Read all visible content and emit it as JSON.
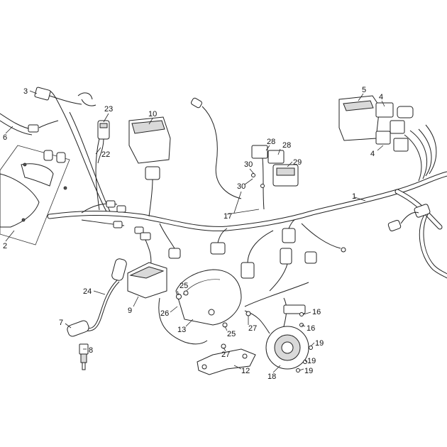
{
  "colors": {
    "line": "#222222",
    "shade": "#d9d9d9",
    "background": "#ffffff"
  },
  "callouts": {
    "c1": "1",
    "c2": "2",
    "c3": "3",
    "c4a": "4",
    "c4b": "4",
    "c5": "5",
    "c6": "6",
    "c7": "7",
    "c8": "8",
    "c9": "9",
    "c10": "10",
    "c12": "12",
    "c13": "13",
    "c16a": "16",
    "c16b": "16",
    "c17": "17",
    "c18": "18",
    "c19a": "19",
    "c19b": "19",
    "c19c": "19",
    "c22": "22",
    "c23": "23",
    "c24": "24",
    "c25a": "25",
    "c25b": "25",
    "c26": "26",
    "c27a": "27",
    "c27b": "27",
    "c28a": "28",
    "c28b": "28",
    "c29": "29",
    "c30a": "30",
    "c30b": "30"
  }
}
